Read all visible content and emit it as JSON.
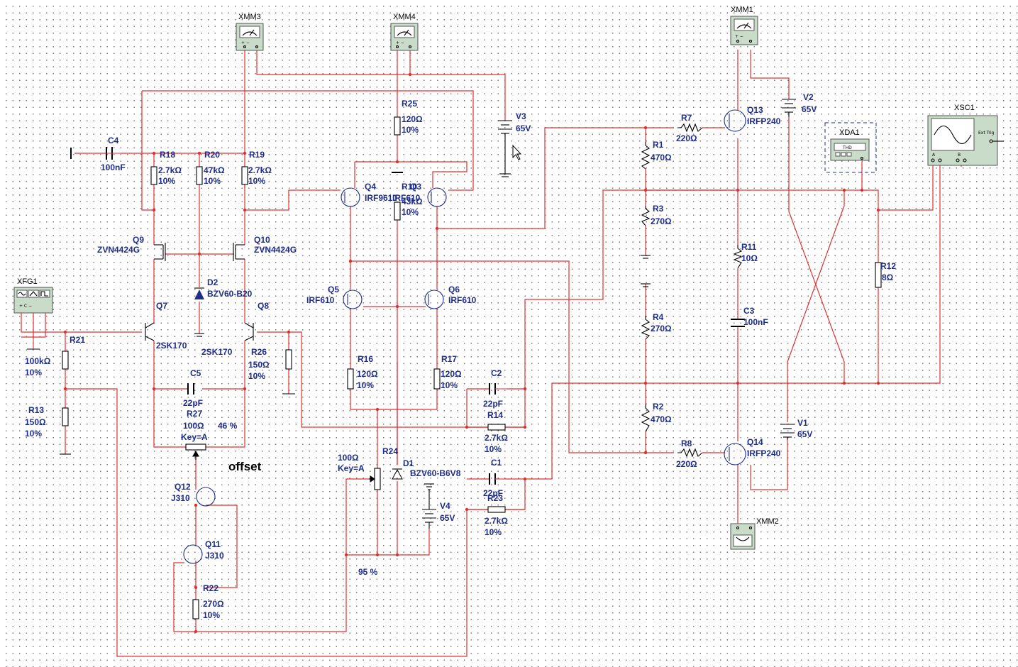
{
  "instruments": {
    "xmm3": "XMM3",
    "xmm4": "XMM4",
    "xmm1": "XMM1",
    "xmm2": "XMM2",
    "xfg1": "XFG1",
    "xda1": "XDA1",
    "xda1_screen": "THD",
    "xsc1": "XSC1",
    "xsc1_ext": "Ext Trig",
    "xsc1_a": "A",
    "xsc1_b": "B"
  },
  "components": {
    "c4": {
      "name": "C4",
      "value": "100nF"
    },
    "r18": {
      "name": "R18",
      "value": "2.7kΩ",
      "tol": "10%"
    },
    "r20": {
      "name": "R20",
      "value": "47kΩ",
      "tol": "10%"
    },
    "r19": {
      "name": "R19",
      "value": "2.7kΩ",
      "tol": "10%"
    },
    "r25": {
      "name": "R25",
      "value": "120Ω",
      "tol": "10%"
    },
    "v3": {
      "name": "V3",
      "value": "65V"
    },
    "q4": {
      "name": "Q4",
      "model": "IRF9610"
    },
    "q3": {
      "name": "Q3",
      "model": "IRF610"
    },
    "r10": {
      "name": "R10",
      "value": "43kΩ",
      "tol": "10%"
    },
    "q9": {
      "name": "Q9",
      "model": "ZVN4424G"
    },
    "q10": {
      "name": "Q10",
      "model": "ZVN4424G"
    },
    "d2": {
      "name": "D2",
      "model": "BZV60-B20"
    },
    "q5": {
      "name": "Q5",
      "model": "IRF610"
    },
    "q6": {
      "name": "Q6",
      "model": "IRF610"
    },
    "q7": {
      "name": "Q7",
      "model": "2SK170"
    },
    "q8": {
      "name": "Q8",
      "model": "2SK170"
    },
    "r21": {
      "name": "R21",
      "value": "100kΩ",
      "tol": "10%"
    },
    "r13": {
      "name": "R13",
      "value": "150Ω",
      "tol": "10%"
    },
    "r26": {
      "name": "R26",
      "value": "150Ω",
      "tol": "10%"
    },
    "c5": {
      "name": "C5",
      "value": "22pF"
    },
    "r27": {
      "name": "R27",
      "value": "100Ω",
      "key": "Key=A",
      "pct": "46 %"
    },
    "offset": "offset",
    "r16": {
      "name": "R16",
      "value": "120Ω",
      "tol": "10%"
    },
    "r17": {
      "name": "R17",
      "value": "120Ω",
      "tol": "10%"
    },
    "c2": {
      "name": "C2",
      "value": "22pF"
    },
    "r14": {
      "name": "R14",
      "value": "2.7kΩ",
      "tol": "10%"
    },
    "c1": {
      "name": "C1",
      "value": "22pF"
    },
    "r23": {
      "name": "R23",
      "value": "2.7kΩ",
      "tol": "10%"
    },
    "r24": {
      "name": "R24",
      "value": "100Ω",
      "key": "Key=A",
      "pct": "95 %"
    },
    "d1": {
      "name": "D1",
      "model": "BZV60-B6V8"
    },
    "v4": {
      "name": "V4",
      "value": "65V"
    },
    "q12": {
      "name": "Q12",
      "model": "J310"
    },
    "q11": {
      "name": "Q11",
      "model": "J310"
    },
    "r22": {
      "name": "R22",
      "value": "270Ω",
      "tol": "10%"
    },
    "r7": {
      "name": "R7",
      "value": "220Ω"
    },
    "q13": {
      "name": "Q13",
      "model": "IRFP240"
    },
    "v2": {
      "name": "V2",
      "value": "65V"
    },
    "r1": {
      "name": "R1",
      "value": "470Ω"
    },
    "r3": {
      "name": "R3",
      "value": "270Ω"
    },
    "r11": {
      "name": "R11",
      "value": "10Ω"
    },
    "r12": {
      "name": "R12",
      "value": "8Ω"
    },
    "c3": {
      "name": "C3",
      "value": "100nF"
    },
    "r4": {
      "name": "R4",
      "value": "270Ω"
    },
    "r2": {
      "name": "R2",
      "value": "470Ω"
    },
    "r8": {
      "name": "R8",
      "value": "220Ω"
    },
    "q14": {
      "name": "Q14",
      "model": "IRFP240"
    },
    "v1": {
      "name": "V1",
      "value": "65V"
    }
  },
  "colors": {
    "wire": "#e03030",
    "label": "#1e2d8c",
    "instrument": "#c9dcc9"
  }
}
